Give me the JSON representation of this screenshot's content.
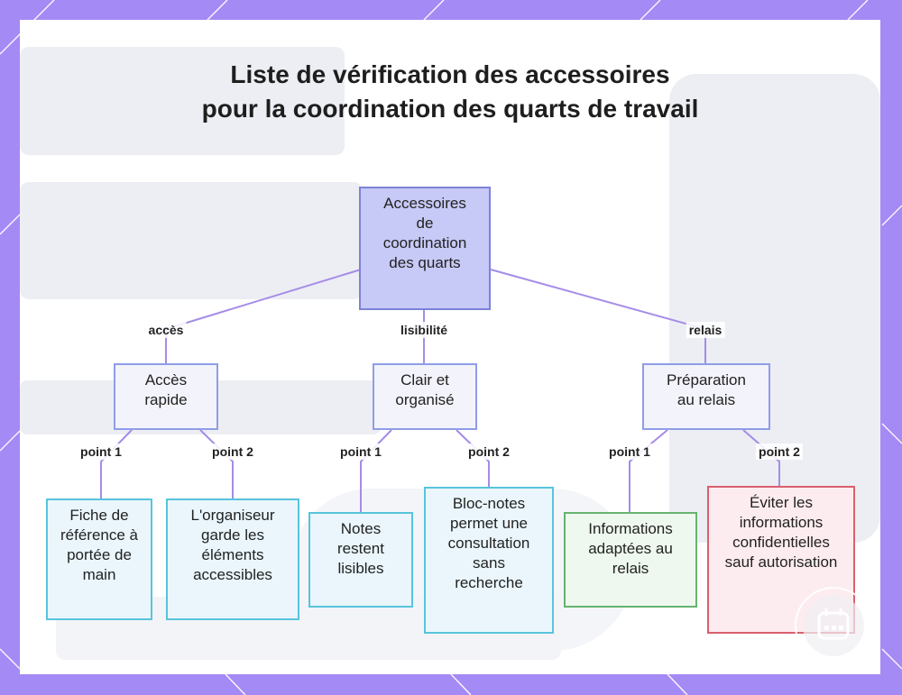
{
  "title": "Liste de vérification des accessoires pour la coordination des quarts de travail",
  "nodes": {
    "root": "Accessoires de coordination des quarts",
    "acces": "Accès rapide",
    "clair": "Clair et organisé",
    "prep": "Préparation au relais",
    "fiche": "Fiche de référence à portée de main",
    "organiseur": "L'organiseur garde les éléments accessibles",
    "notes": "Notes restent lisibles",
    "bloc": "Bloc-notes permet une consultation sans recherche",
    "infos": "Informations adaptées au relais",
    "eviter": "Éviter les informations confidentielles sauf autorisation"
  },
  "edges": {
    "acces": "accès",
    "lisibilite": "lisibilité",
    "relais": "relais",
    "p1a": "point 1",
    "p2a": "point 2",
    "p1b": "point 1",
    "p2b": "point 2",
    "p1c": "point 1",
    "p2c": "point 2"
  },
  "colors": {
    "frame": "#a48af4",
    "link": "#a58be8",
    "root_fill": "#c7c9f6",
    "cyan_border": "#58c4dc",
    "green_border": "#66b36e",
    "red_border": "#d9606e"
  },
  "icons": {
    "corner_logo": "calendar-icon"
  }
}
